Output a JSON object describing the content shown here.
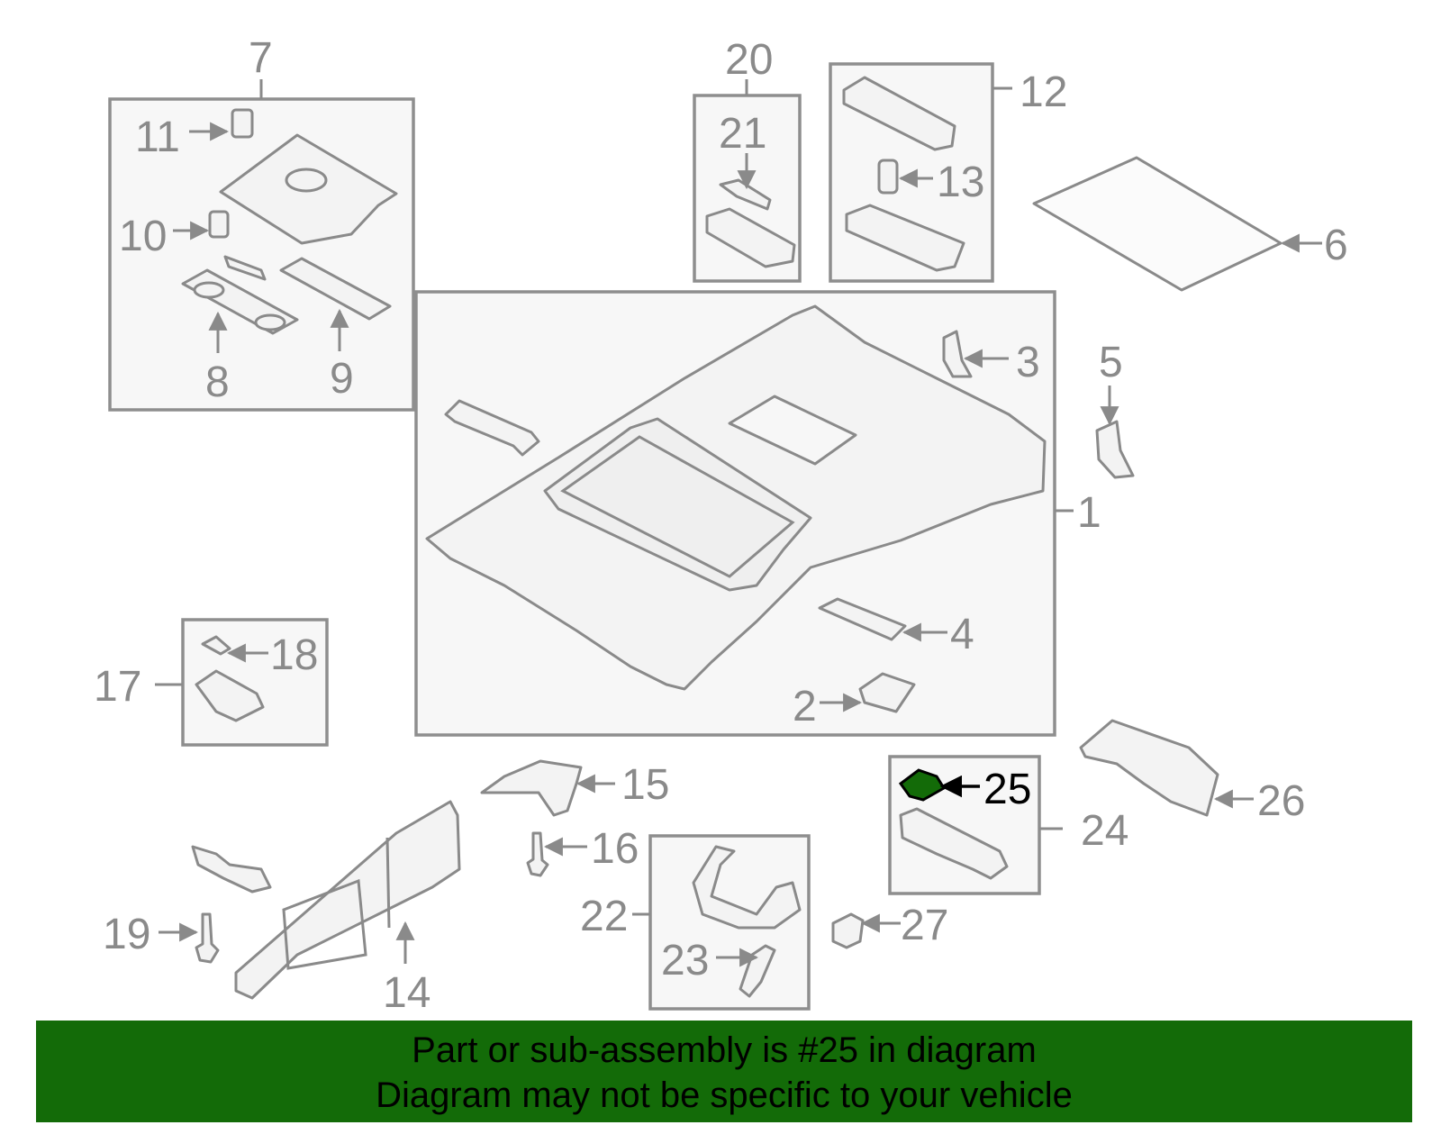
{
  "diagram": {
    "highlight_color": "#136b08",
    "highlighted_part": "25",
    "callouts": {
      "c1": "1",
      "c2": "2",
      "c3": "3",
      "c4": "4",
      "c5": "5",
      "c6": "6",
      "c7": "7",
      "c8": "8",
      "c9": "9",
      "c10": "10",
      "c11": "11",
      "c12": "12",
      "c13": "13",
      "c14": "14",
      "c15": "15",
      "c16": "16",
      "c17": "17",
      "c18": "18",
      "c19": "19",
      "c20": "20",
      "c21": "21",
      "c22": "22",
      "c23": "23",
      "c24": "24",
      "c25": "25",
      "c26": "26",
      "c27": "27"
    }
  },
  "banner": {
    "line1": "Part or sub-assembly is #25 in diagram",
    "line2": "Diagram may not be specific to your vehicle"
  }
}
